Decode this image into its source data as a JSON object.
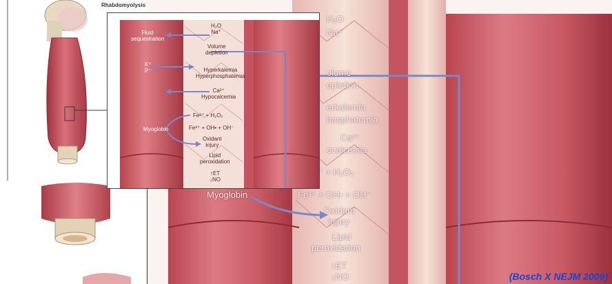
{
  "figure": {
    "title": "Rhabdomyolysis",
    "citation": "(Bosch X NEJM 2009)",
    "small_labels": {
      "fluid_sequestration": "Fluid\nsequestration",
      "h2o_na": "H₂O\nNa⁺",
      "volume_depletion": "Volume\ndepletion",
      "k_p": "K⁺\nP⁻",
      "hyperkalemia": "Hyperkalemia\nHyperphosphatemia",
      "ca": "Ca²⁺\nHypocalcemia",
      "fe_reaction_1": "Fe²⁺ + H₂O₂",
      "fe_reaction_2": "Fe³⁺ + OH• + OH⁻",
      "myoglobin": "Myoglobin",
      "oxidant_injury": "Oxidant\ninjury",
      "lipid_peroxidation": "Lipid\nperoxidation",
      "et_no": "↑ET\n↓NO"
    },
    "zoom_labels": {
      "h2o": "H₂O",
      "na": "Na⁺",
      "volume": "olume",
      "depletion": "epletion",
      "hyperkalemia": "erkalemia",
      "hyperphosphatemia": "hosphatemia",
      "ca": "Ca²⁺",
      "hypocalcemia": "ocalcemia",
      "fe_reaction_1": "⁺ + H₂O₂",
      "fe_reaction_2": "Fe³⁺ + OH• + OH⁻",
      "myoglobin": "Myoglobin",
      "oxidant": "Oxidant",
      "injury": "injury",
      "lipid": "Lipid",
      "peroxidation": "peroxidation",
      "et": "↑ET",
      "no": "↓NO"
    }
  },
  "colors": {
    "muscle": "#c8545c",
    "muscle_dark": "#9e3340",
    "muscle_light": "#e9a4a4",
    "arrow": "#7b88c8",
    "citation": "#1a44d6"
  }
}
